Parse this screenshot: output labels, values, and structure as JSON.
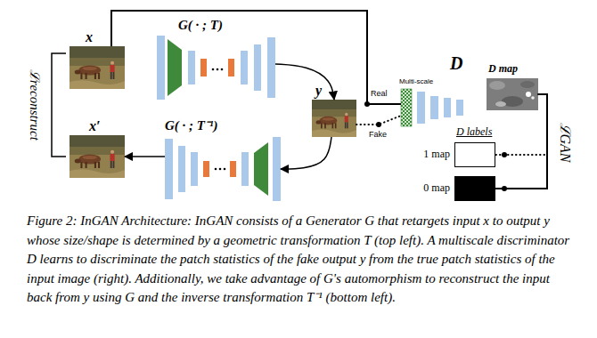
{
  "diagram": {
    "caption": "Figure 2: InGAN Architecture: InGAN consists of a Generator G that retargets input x to output y whose size/shape is determined by a geometric transformation T (top left). A multiscale discriminator D learns to discriminate the patch statistics of the fake output y from the true patch statistics of the input image (right). Additionally, we take advantage of G's automorphism to reconstruct the input back from y using G and the inverse transformation T⁻¹ (bottom left).",
    "nodes": [
      {
        "text": [
          "x"
        ]
      },
      {
        "text": [
          "G( · ; T)"
        ]
      },
      {
        "text": [
          "y"
        ]
      },
      {
        "text": [
          "G( · ; T⁻¹)"
        ]
      },
      {
        "text": [
          "x′"
        ]
      },
      {
        "text": [
          "Multi-scale",
          "D"
        ]
      },
      {
        "text": [
          "D map"
        ]
      },
      {
        "text": [
          "1 map"
        ]
      },
      {
        "text": [
          "0 map"
        ]
      }
    ],
    "edges": [
      {
        "from": 1,
        "to": 2,
        "arrow": "to"
      },
      {
        "from": 2,
        "to": 3,
        "arrow": "to"
      },
      {
        "from": 3,
        "to": 4,
        "arrow": "to"
      },
      {
        "from": 0,
        "to": 5,
        "label": "Real",
        "arrow": "none"
      },
      {
        "from": 2,
        "to": 5,
        "label": "Fake",
        "arrow": "none"
      },
      {
        "from": 6,
        "to": 7,
        "arrow": "none"
      },
      {
        "from": 6,
        "to": 8,
        "arrow": "none"
      }
    ],
    "labels": [
      "ℒreconstruct",
      "ℒGAN",
      "D labels"
    ]
  }
}
